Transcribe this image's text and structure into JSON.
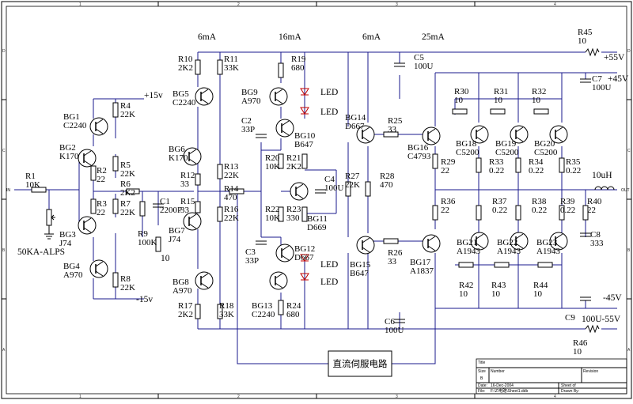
{
  "currents": [
    "6mA",
    "16mA",
    "6mA",
    "25mA"
  ],
  "rails": {
    "p15": "+15v",
    "m15": "-15v",
    "p55": "+55V",
    "p45": "+45V",
    "m45": "-45V",
    "m55": "100U-55V",
    "in": "IN",
    "out": "OUT"
  },
  "servo_block": "直流伺服电路",
  "labels": [
    [
      "R1",
      "10K"
    ],
    [
      "R2",
      "22"
    ],
    [
      "R3",
      "22"
    ],
    [
      "R4",
      "22K"
    ],
    [
      "R5",
      "22K"
    ],
    [
      "R6",
      "2K2"
    ],
    [
      "R7",
      "22K"
    ],
    [
      "R8",
      "22K"
    ],
    [
      "R9",
      "100K"
    ],
    [
      "R10",
      "2K2"
    ],
    [
      "R11",
      "33K"
    ],
    [
      "R12",
      "33"
    ],
    [
      "R13",
      "22K"
    ],
    [
      "R14",
      "470"
    ],
    [
      "R15",
      "33"
    ],
    [
      "R16",
      "22K"
    ],
    [
      "R17",
      "2K2"
    ],
    [
      "R18",
      "33K"
    ],
    [
      "R19",
      "680"
    ],
    [
      "R20",
      "10K"
    ],
    [
      "R21",
      "2K2"
    ],
    [
      "R22",
      "10K"
    ],
    [
      "R23",
      "330"
    ],
    [
      "R24",
      "680"
    ],
    [
      "R25",
      "33"
    ],
    [
      "R26",
      "33"
    ],
    [
      "R27",
      "22K"
    ],
    [
      "R28",
      "470"
    ],
    [
      "R29",
      "22"
    ],
    [
      "R30",
      "10"
    ],
    [
      "R31",
      "10"
    ],
    [
      "R32",
      "10"
    ],
    [
      "R33",
      "0.22"
    ],
    [
      "R34",
      "0.22"
    ],
    [
      "R35",
      "0.22"
    ],
    [
      "R36",
      "22"
    ],
    [
      "R37",
      "0.22"
    ],
    [
      "R38",
      "0.22"
    ],
    [
      "R39",
      "0.22"
    ],
    [
      "R40",
      "22"
    ],
    [
      "R42",
      "10"
    ],
    [
      "R43",
      "10"
    ],
    [
      "R44",
      "10"
    ],
    [
      "R45",
      "10"
    ],
    [
      "R46",
      "10"
    ]
  ],
  "caps": [
    [
      "C1",
      "2200P"
    ],
    [
      "C2",
      "33P"
    ],
    [
      "C3",
      "33P"
    ],
    [
      "C4",
      "100U"
    ],
    [
      "C5",
      "100U"
    ],
    [
      "C6",
      "100U"
    ],
    [
      "C7",
      "100U"
    ],
    [
      "C8",
      "333"
    ],
    [
      "C9",
      ""
    ]
  ],
  "transistors": [
    [
      "BG1",
      "C2240"
    ],
    [
      "BG2",
      "K170"
    ],
    [
      "BG3",
      "J74"
    ],
    [
      "BG4",
      "A970"
    ],
    [
      "BG5",
      "C2240"
    ],
    [
      "BG6",
      "K170"
    ],
    [
      "BG7",
      "J74"
    ],
    [
      "BG8",
      "A970"
    ],
    [
      "BG9",
      "A970"
    ],
    [
      "BG10",
      "B647"
    ],
    [
      "BG11",
      "D669"
    ],
    [
      "BG12",
      "D667"
    ],
    [
      "BG13",
      "C2240"
    ],
    [
      "BG14",
      "D667"
    ],
    [
      "BG15",
      "B647"
    ],
    [
      "BG16",
      "C4793"
    ],
    [
      "BG17",
      "A1837"
    ],
    [
      "BG18",
      "C5200"
    ],
    [
      "BG19",
      "C5200"
    ],
    [
      "BG20",
      "C5200"
    ],
    [
      "BG21",
      "A1943"
    ],
    [
      "BG22",
      "A1943"
    ],
    [
      "BG23",
      "A1943"
    ]
  ],
  "misc": {
    "pot": "50KA-ALPS",
    "r9_gnd": "10",
    "led": "LED",
    "inductor": "10uH"
  },
  "title_block": {
    "title_label": "Title",
    "size_label": "Size",
    "size_val": "B",
    "number_label": "Number",
    "revision_label": "Revision",
    "date_label": "Date:",
    "date_val": "16-Dec-2004",
    "file_label": "File:",
    "file_val": "F:\\Z\\电路\\Sheet1.ddb",
    "sheet_label": "Sheet of",
    "drawn_label": "Drawn By:"
  },
  "border": {
    "cols": [
      "1",
      "2",
      "3",
      "4"
    ],
    "rows": [
      "D",
      "C",
      "B",
      "A"
    ]
  }
}
